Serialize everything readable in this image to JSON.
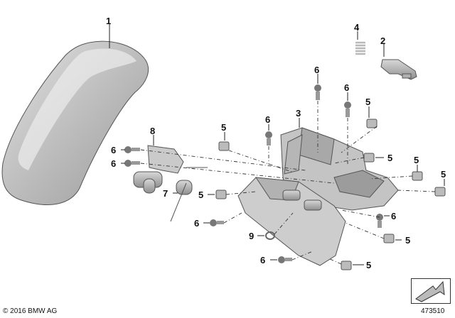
{
  "callouts": {
    "c1": "1",
    "c2": "2",
    "c3": "3",
    "c4": "4",
    "c5": "5",
    "c6": "6",
    "c7": "7",
    "c8": "8",
    "c9": "9"
  },
  "footer": {
    "copyright": "© 2016 BMW AG",
    "diagram_number": "473510"
  },
  "colors": {
    "part_fill": "#c9c9c9",
    "part_dark": "#9e9e9e",
    "line": "#222222"
  },
  "icons": {
    "navigation": "arrow-icon"
  }
}
